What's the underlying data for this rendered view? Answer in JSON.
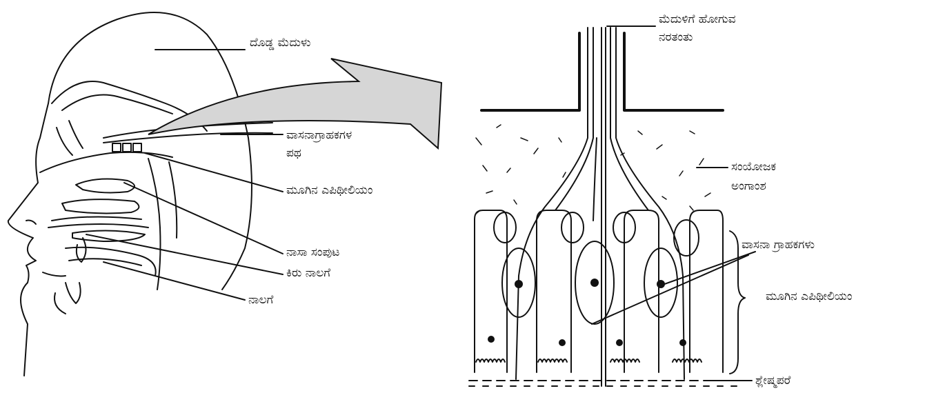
{
  "labels": {
    "cerebrum": "ದೊಡ್ಡ ಮೆದುಳು",
    "olfactory_path_1": "ವಾಸನಾಗ್ರಾಹಕಗಳ",
    "olfactory_path_2": "ಪಥ",
    "nasal_epithelium_left": "ಮೂಗಿನ ಎಪಿಥೀಲಿಯಂ",
    "nasal_concha": "ನಾಸಾ ಸಂಪುಟ",
    "uvula": "ಕಿರು ನಾಲಗೆ",
    "tongue": "ನಾಲಗೆ",
    "nerve_to_brain_1": "ಮೆದುಳಿಗೆ ಹೋಗುವ",
    "nerve_to_brain_2": "ನರತಂತು",
    "connective_tissue_1": "ಸಂಯೋಜಕ",
    "connective_tissue_2": "ಅಂಗಾಂಶ",
    "olfactory_receptors": "ವಾಸನಾ ಗ್ರಾಹಕಗಳು",
    "nasal_epithelium_right": "ಮೂಗಿನ ಎಪಿಥೀಲಿಯಂ",
    "mucus_membrane": "ಶ್ಲೇಷ್ಮಪರೆ"
  },
  "colors": {
    "line": "#111111",
    "arrow_fill": "#d6d6d6",
    "background": "#ffffff"
  }
}
